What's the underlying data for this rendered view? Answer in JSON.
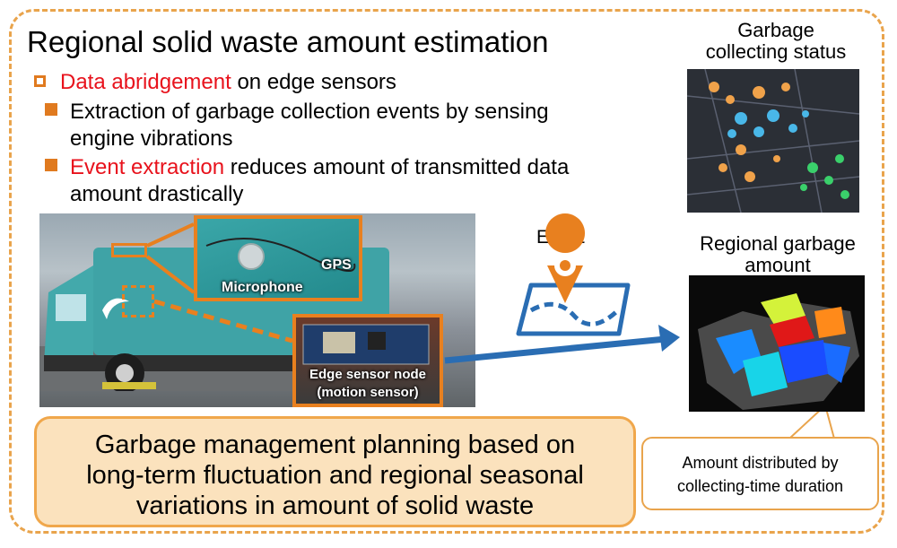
{
  "title": "Regional solid waste amount estimation",
  "bullet1": {
    "highlight": "Data abridgement",
    "rest": " on edge sensors"
  },
  "sub1": {
    "line1": "Extraction of garbage collection events by sensing",
    "line2": "engine vibrations"
  },
  "sub2": {
    "highlight": "Event extraction",
    "rest": " reduces amount of transmitted data",
    "line2": "amount drastically"
  },
  "photo": {
    "gps_label": "GPS",
    "microphone_label": "Microphone",
    "edge_line1": "Edge sensor node",
    "edge_line2": "(motion sensor)"
  },
  "event_label": "Event",
  "collecting_status": {
    "line1": "Garbage",
    "line2": "collecting status"
  },
  "regional_amount": {
    "line1": "Regional garbage",
    "line2": "amount"
  },
  "callout": {
    "line1": "Amount distributed by",
    "line2": "collecting-time duration"
  },
  "bottom": {
    "line1": "Garbage management planning based on",
    "line2": "long-term fluctuation and regional seasonal",
    "line3": "variations in amount of solid waste"
  },
  "colors": {
    "accent_orange": "#e8801f",
    "highlight_red": "#e8121c",
    "arrow_blue": "#2a6db3",
    "box_fill": "#fbe2bd"
  }
}
